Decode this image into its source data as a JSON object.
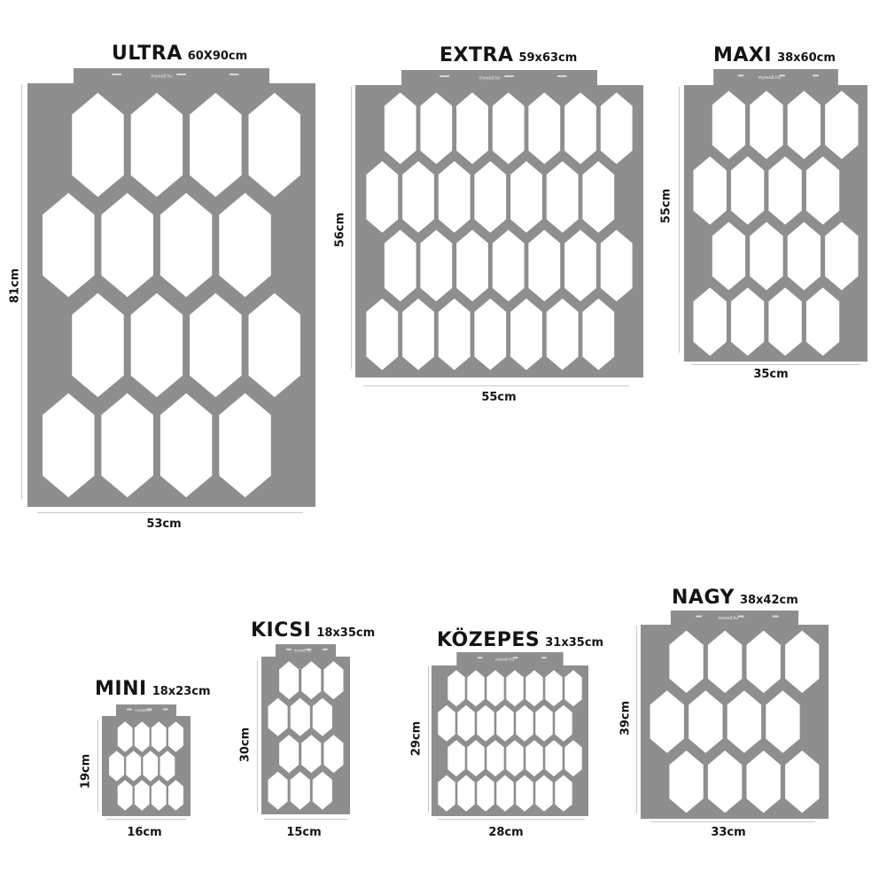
{
  "brand": "mywall.hu",
  "colors": {
    "stencil": "#8e8e8e",
    "cutout": "#ffffff",
    "text": "#141414"
  },
  "stencils": [
    {
      "id": "ultra",
      "name": "ULTRA",
      "size": "60X90cm",
      "width_label": "53cm",
      "height_label": "81cm"
    },
    {
      "id": "extra",
      "name": "EXTRA",
      "size": "59x63cm",
      "width_label": "55cm",
      "height_label": "56cm"
    },
    {
      "id": "maxi",
      "name": "MAXI",
      "size": "38x60cm",
      "width_label": "35cm",
      "height_label": "55cm"
    },
    {
      "id": "mini",
      "name": "MINI",
      "size": "18x23cm",
      "width_label": "16cm",
      "height_label": "19cm"
    },
    {
      "id": "kicsi",
      "name": "KICSI",
      "size": "18x35cm",
      "width_label": "15cm",
      "height_label": "30cm"
    },
    {
      "id": "kozepes",
      "name": "KÖZEPES",
      "size": "31x35cm",
      "width_label": "28cm",
      "height_label": "29cm"
    },
    {
      "id": "nagy",
      "name": "NAGY",
      "size": "38x42cm",
      "width_label": "33cm",
      "height_label": "39cm"
    }
  ]
}
